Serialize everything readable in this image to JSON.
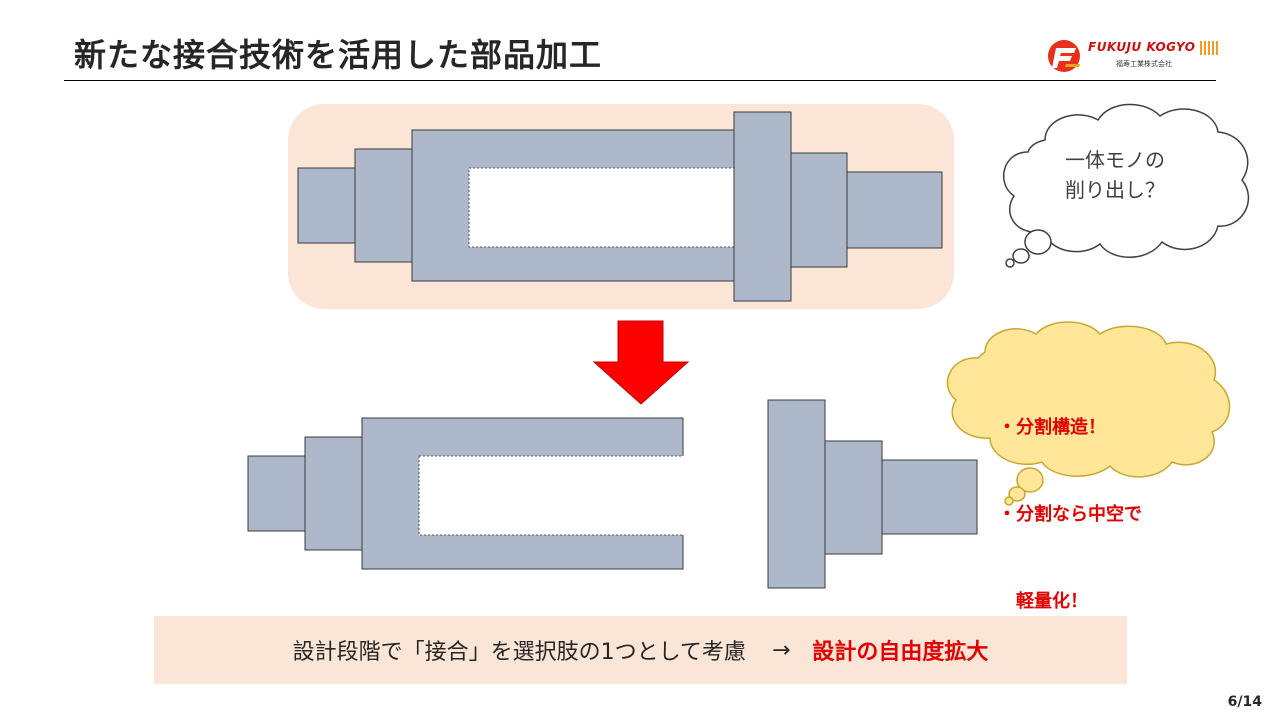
{
  "slide": {
    "title": "新たな接合技術を活用した部品加工",
    "page_number": "6/14"
  },
  "logo": {
    "name": "FUKUJU KOGYO",
    "subtitle": "福寿工業株式会社"
  },
  "thought_bubble": {
    "text": "一体モノの\n削り出し？"
  },
  "callout_bubble": {
    "lines": [
      "・分割構造！",
      "・分割なら中空で",
      "　軽量化！"
    ]
  },
  "summary": {
    "text": "設計段階で「接合」を選択肢の1つとして考慮",
    "arrow": "→",
    "emphasis": "設計の自由度拡大"
  },
  "colors": {
    "part_fill": "#adb9ca",
    "highlight_bg": "#fbe5d6",
    "arrow_red": "#ff0000",
    "accent_red": "#e00000",
    "callout_fill": "#ffe699"
  },
  "icons": {
    "down_arrow": "down-arrow-icon",
    "logo": "fukuju-logo-icon"
  }
}
